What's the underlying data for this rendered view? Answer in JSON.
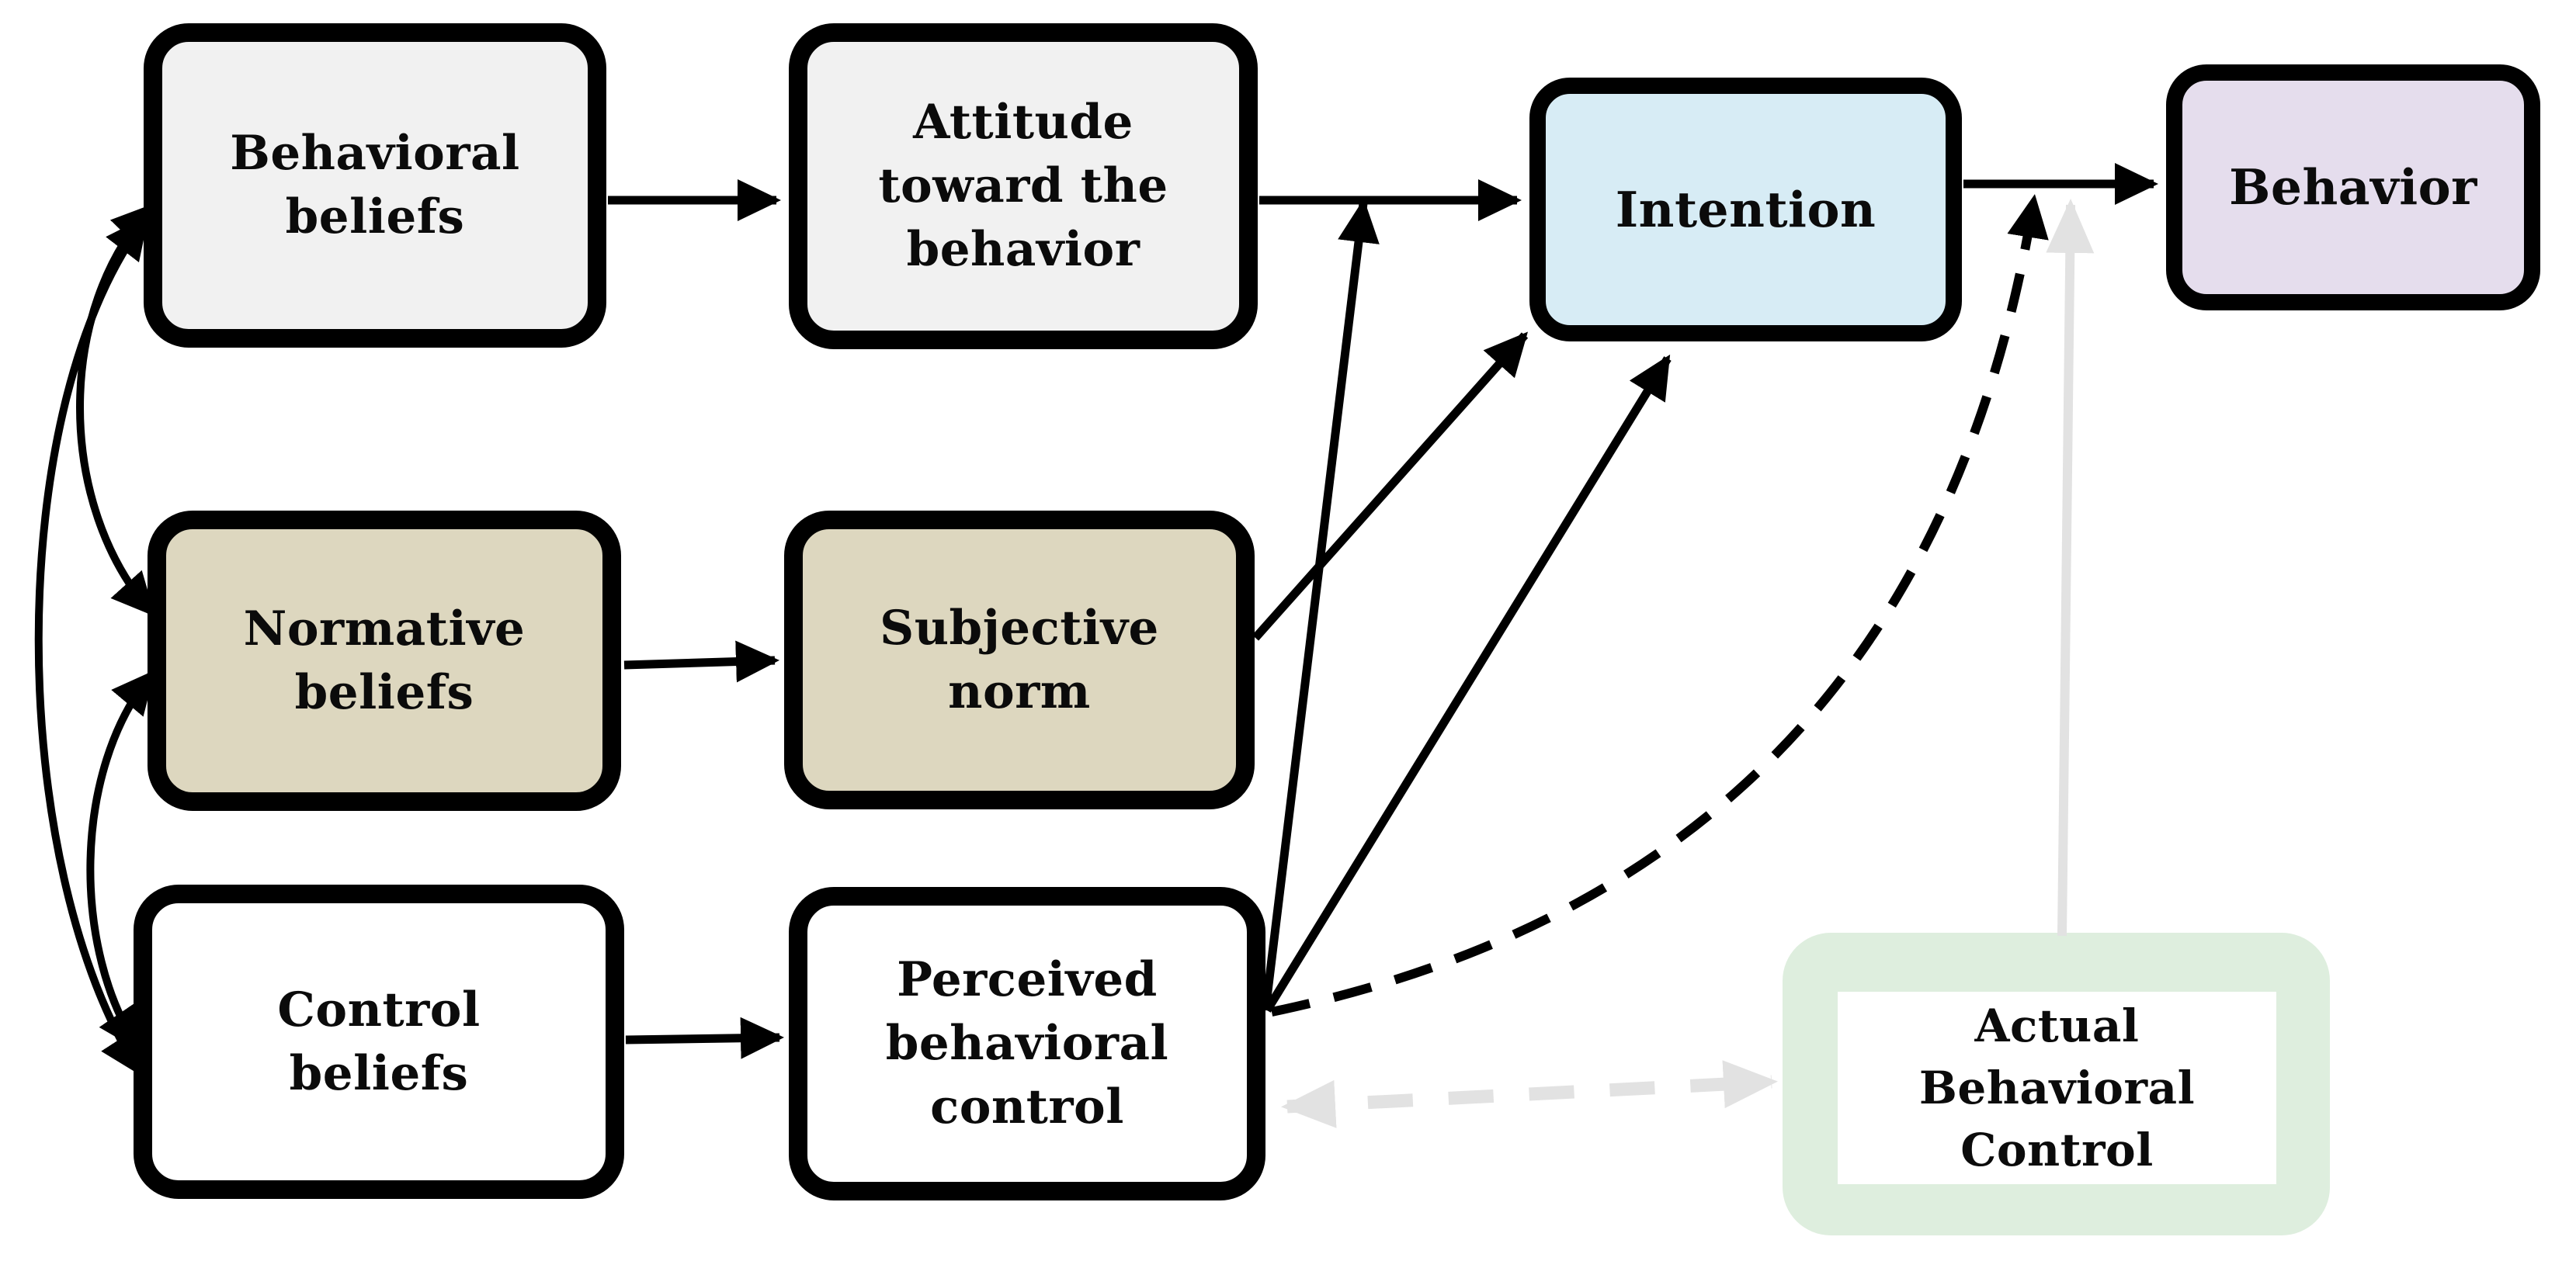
{
  "diagram": {
    "nodes": {
      "behavioral_beliefs": {
        "label": "Behavioral\nbeliefs",
        "fill": "#f1f1f1"
      },
      "attitude": {
        "label": "Attitude\ntoward the\nbehavior",
        "fill": "#f1f1f1"
      },
      "normative_beliefs": {
        "label": "Normative\nbeliefs",
        "fill": "#ddd7bf"
      },
      "subjective_norm": {
        "label": "Subjective\nnorm",
        "fill": "#ddd7bf"
      },
      "control_beliefs": {
        "label": "Control\nbeliefs",
        "fill": "#ffffff"
      },
      "perceived_behavioral_control": {
        "label": "Perceived\nbehavioral\ncontrol",
        "fill": "#ffffff"
      },
      "intention": {
        "label": "Intention",
        "fill": "#d7ecf5"
      },
      "behavior": {
        "label": "Behavior",
        "fill": "#e5dded"
      },
      "actual_behavioral_control": {
        "label": "Actual\nBehavioral\nControl",
        "fill": "#deeede"
      }
    },
    "edges": [
      {
        "from": "behavioral_beliefs",
        "to": "attitude",
        "style": "solid",
        "color": "black",
        "heads": "end"
      },
      {
        "from": "normative_beliefs",
        "to": "subjective_norm",
        "style": "solid",
        "color": "black",
        "heads": "end"
      },
      {
        "from": "control_beliefs",
        "to": "perceived_behavioral_control",
        "style": "solid",
        "color": "black",
        "heads": "end"
      },
      {
        "from": "attitude",
        "to": "intention",
        "style": "solid",
        "color": "black",
        "heads": "end"
      },
      {
        "from": "subjective_norm",
        "to": "intention",
        "style": "solid",
        "color": "black",
        "heads": "end"
      },
      {
        "from": "perceived_behavioral_control",
        "to": "intention",
        "style": "solid",
        "color": "black",
        "heads": "end"
      },
      {
        "from": "perceived_behavioral_control",
        "to": "attitude_intention_arrow",
        "style": "solid",
        "color": "black",
        "heads": "end"
      },
      {
        "from": "perceived_behavioral_control",
        "to": "intention_behavior_arrow",
        "style": "dashed",
        "color": "black",
        "heads": "end"
      },
      {
        "from": "perceived_behavioral_control",
        "to": "actual_behavioral_control",
        "style": "dashed",
        "color": "gray",
        "heads": "both"
      },
      {
        "from": "actual_behavioral_control",
        "to": "intention_behavior_arrow",
        "style": "solid",
        "color": "gray",
        "heads": "end"
      },
      {
        "from": "behavioral_beliefs",
        "to": "normative_beliefs",
        "style": "solid",
        "color": "black",
        "heads": "both",
        "shape": "arc"
      },
      {
        "from": "behavioral_beliefs",
        "to": "control_beliefs",
        "style": "solid",
        "color": "black",
        "heads": "both",
        "shape": "arc"
      },
      {
        "from": "normative_beliefs",
        "to": "control_beliefs",
        "style": "solid",
        "color": "black",
        "heads": "both",
        "shape": "arc"
      }
    ],
    "colors": {
      "edge_black": "#000000",
      "edge_gray": "#e2e2e2",
      "border": "#000000",
      "text": "#0b0b0b"
    }
  }
}
